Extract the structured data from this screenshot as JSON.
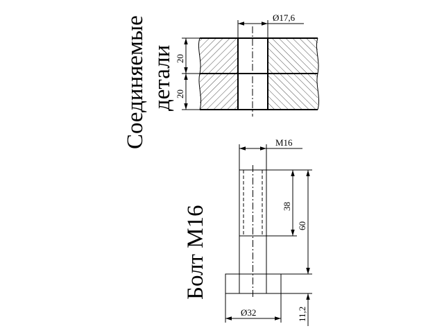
{
  "labels": {
    "parts_line1": "Соединяемые",
    "parts_line2": "детали",
    "bolt": "Болт М16"
  },
  "dimensions": {
    "hole_diameter": "Ø17,6",
    "plate1_thickness": "20",
    "plate2_thickness": "20",
    "thread": "M16",
    "thread_length": "38",
    "bolt_length": "60",
    "head_diameter": "Ø32",
    "head_height": "11,2"
  }
}
